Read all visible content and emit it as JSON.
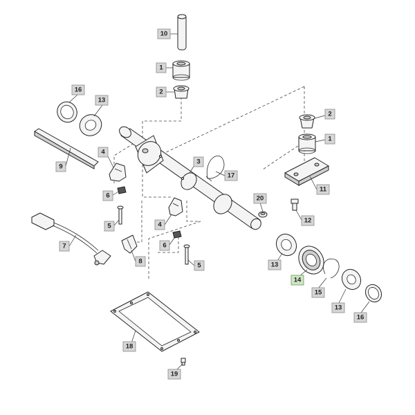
{
  "callouts": [
    {
      "id": "c10a",
      "text": "10"
    },
    {
      "id": "c1a",
      "text": "1"
    },
    {
      "id": "c2a",
      "text": "2"
    },
    {
      "id": "c16a",
      "text": "16"
    },
    {
      "id": "c13a",
      "text": "13"
    },
    {
      "id": "c2b",
      "text": "2"
    },
    {
      "id": "c1b",
      "text": "1"
    },
    {
      "id": "c4a",
      "text": "4"
    },
    {
      "id": "c9",
      "text": "9"
    },
    {
      "id": "c3",
      "text": "3"
    },
    {
      "id": "c17",
      "text": "17"
    },
    {
      "id": "c6a",
      "text": "6"
    },
    {
      "id": "c11",
      "text": "11"
    },
    {
      "id": "c20",
      "text": "20"
    },
    {
      "id": "c5a",
      "text": "5"
    },
    {
      "id": "c4b",
      "text": "4"
    },
    {
      "id": "c12",
      "text": "12"
    },
    {
      "id": "c7",
      "text": "7"
    },
    {
      "id": "c6b",
      "text": "6"
    },
    {
      "id": "c8",
      "text": "8"
    },
    {
      "id": "c5b",
      "text": "5"
    },
    {
      "id": "c13b",
      "text": "13"
    },
    {
      "id": "c14",
      "text": "14",
      "highlighted": true
    },
    {
      "id": "c15",
      "text": "15"
    },
    {
      "id": "c13c",
      "text": "13"
    },
    {
      "id": "c16b",
      "text": "16"
    },
    {
      "id": "c18",
      "text": "18"
    },
    {
      "id": "c19",
      "text": "19"
    }
  ],
  "colors": {
    "highlight": "#cfe6c4",
    "label_fill": "#d6d6d6"
  }
}
